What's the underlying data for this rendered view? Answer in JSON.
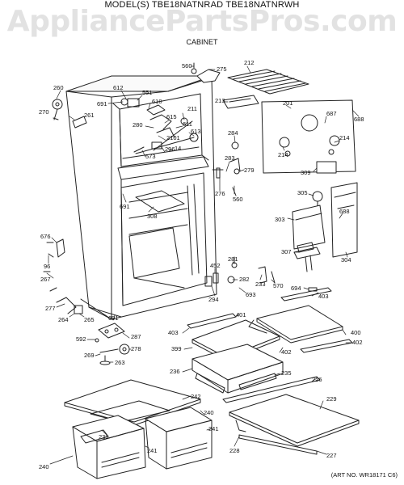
{
  "header": {
    "model_line": "MODEL(S) TBE18NATNRAD TBE18NATNRWH",
    "watermark": "AppliancePartsPros.com",
    "section_title": "CABINET"
  },
  "footer": {
    "art_number": "(ART NO. WR18171 C6)"
  },
  "callouts": [
    {
      "id": "c560a",
      "text": "560"
    },
    {
      "id": "c275",
      "text": "275"
    },
    {
      "id": "c212",
      "text": "212"
    },
    {
      "id": "c260",
      "text": "260"
    },
    {
      "id": "c612",
      "text": "612"
    },
    {
      "id": "c551",
      "text": "551"
    },
    {
      "id": "c691a",
      "text": "691"
    },
    {
      "id": "c610",
      "text": "610"
    },
    {
      "id": "c270",
      "text": "270"
    },
    {
      "id": "c261",
      "text": "261"
    },
    {
      "id": "c213",
      "text": "213"
    },
    {
      "id": "c201",
      "text": "201"
    },
    {
      "id": "c688a",
      "text": "688"
    },
    {
      "id": "c211",
      "text": "211"
    },
    {
      "id": "c615",
      "text": "615"
    },
    {
      "id": "c611",
      "text": "611"
    },
    {
      "id": "c280",
      "text": "280"
    },
    {
      "id": "c613",
      "text": "613"
    },
    {
      "id": "c2101",
      "text": "2101"
    },
    {
      "id": "c284",
      "text": "284"
    },
    {
      "id": "c687",
      "text": "687"
    },
    {
      "id": "c296",
      "text": "296"
    },
    {
      "id": "c14",
      "text": "14"
    },
    {
      "id": "c573",
      "text": "573"
    },
    {
      "id": "c214a",
      "text": "214"
    },
    {
      "id": "c214b",
      "text": "214"
    },
    {
      "id": "c283",
      "text": "283"
    },
    {
      "id": "c279",
      "text": "279"
    },
    {
      "id": "c309",
      "text": "309"
    },
    {
      "id": "c276",
      "text": "276"
    },
    {
      "id": "c560b",
      "text": "560"
    },
    {
      "id": "c305",
      "text": "305"
    },
    {
      "id": "c691b",
      "text": "691"
    },
    {
      "id": "c308",
      "text": "308"
    },
    {
      "id": "c303",
      "text": "303"
    },
    {
      "id": "c688b",
      "text": "688"
    },
    {
      "id": "c676",
      "text": "676"
    },
    {
      "id": "c307",
      "text": "307"
    },
    {
      "id": "c304",
      "text": "304"
    },
    {
      "id": "c96",
      "text": "96"
    },
    {
      "id": "c281",
      "text": "281"
    },
    {
      "id": "c452",
      "text": "452"
    },
    {
      "id": "c267",
      "text": "267"
    },
    {
      "id": "c282",
      "text": "282"
    },
    {
      "id": "c233",
      "text": "233"
    },
    {
      "id": "c570",
      "text": "570"
    },
    {
      "id": "c694",
      "text": "694"
    },
    {
      "id": "c693",
      "text": "693"
    },
    {
      "id": "c403a",
      "text": "403"
    },
    {
      "id": "c294",
      "text": "294"
    },
    {
      "id": "c277",
      "text": "277"
    },
    {
      "id": "c401",
      "text": "401"
    },
    {
      "id": "c691c",
      "text": "691"
    },
    {
      "id": "c264",
      "text": "264"
    },
    {
      "id": "c265",
      "text": "265"
    },
    {
      "id": "c403b",
      "text": "403"
    },
    {
      "id": "c400",
      "text": "400"
    },
    {
      "id": "c592",
      "text": "592"
    },
    {
      "id": "c287",
      "text": "287"
    },
    {
      "id": "c399",
      "text": "399"
    },
    {
      "id": "c402a",
      "text": "402"
    },
    {
      "id": "c402b",
      "text": "402"
    },
    {
      "id": "c278",
      "text": "278"
    },
    {
      "id": "c269",
      "text": "269"
    },
    {
      "id": "c263",
      "text": "263"
    },
    {
      "id": "c236",
      "text": "236"
    },
    {
      "id": "c235",
      "text": "235"
    },
    {
      "id": "c226",
      "text": "226"
    },
    {
      "id": "c242",
      "text": "242"
    },
    {
      "id": "c229",
      "text": "229"
    },
    {
      "id": "c240a",
      "text": "240"
    },
    {
      "id": "c239",
      "text": "239"
    },
    {
      "id": "c241a",
      "text": "241"
    },
    {
      "id": "c241b",
      "text": "241"
    },
    {
      "id": "c227",
      "text": "227"
    },
    {
      "id": "c228",
      "text": "228"
    },
    {
      "id": "c240b",
      "text": "240"
    }
  ]
}
